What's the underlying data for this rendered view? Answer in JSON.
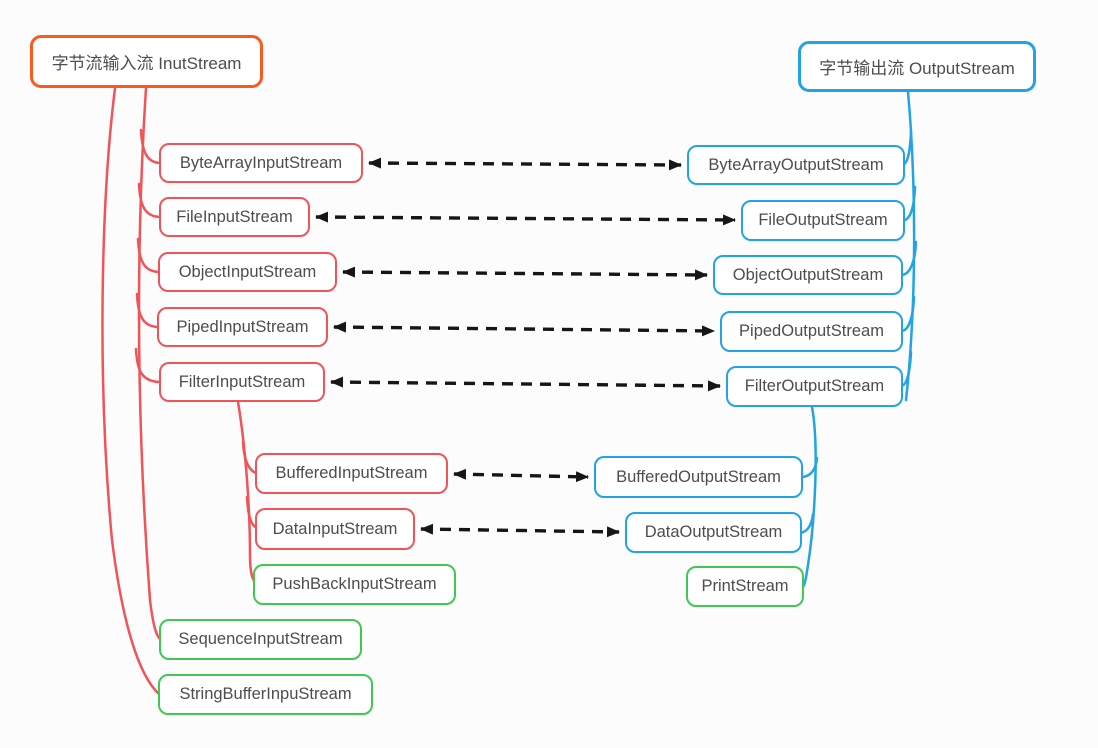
{
  "colors": {
    "orange": "#fa5a1e",
    "red": "#f05458",
    "blue": "#22a4e4",
    "green": "#3fc953",
    "arrow": "#161616",
    "text": "#4d4d4d",
    "node_bg": "#ffffff"
  },
  "roots": {
    "input": {
      "label": "字节流输入流 InutStream"
    },
    "output": {
      "label": "字节输出流 OutputStream"
    }
  },
  "nodes": {
    "byte_array_input": {
      "label": "ByteArrayInputStream"
    },
    "file_input": {
      "label": "FileInputStream"
    },
    "object_input": {
      "label": "ObjectInputStream"
    },
    "piped_input": {
      "label": "PipedInputStream"
    },
    "filter_input": {
      "label": "FilterInputStream"
    },
    "buffered_input": {
      "label": "BufferedInputStream"
    },
    "data_input": {
      "label": "DataInputStream"
    },
    "push_back_input": {
      "label": "PushBackInputStream"
    },
    "sequence_input": {
      "label": "SequenceInputStream"
    },
    "string_buffer_input": {
      "label": "StringBufferInpuStream"
    },
    "byte_array_output": {
      "label": "ByteArrayOutputStream"
    },
    "file_output": {
      "label": "FileOutputStream"
    },
    "object_output": {
      "label": "ObjectOutputStream"
    },
    "piped_output": {
      "label": "PipedOutputStream"
    },
    "filter_output": {
      "label": "FilterOutputStream"
    },
    "buffered_output": {
      "label": "BufferedOutputStream"
    },
    "data_output": {
      "label": "DataOutputStream"
    },
    "print_stream": {
      "label": "PrintStream"
    }
  },
  "relations": [
    {
      "left": "ByteArrayInputStream",
      "right": "ByteArrayOutputStream",
      "style": "dashed-double-arrow"
    },
    {
      "left": "FileInputStream",
      "right": "FileOutputStream",
      "style": "dashed-double-arrow"
    },
    {
      "left": "ObjectInputStream",
      "right": "ObjectOutputStream",
      "style": "dashed-double-arrow"
    },
    {
      "left": "PipedInputStream",
      "right": "PipedOutputStream",
      "style": "dashed-double-arrow"
    },
    {
      "left": "FilterInputStream",
      "right": "FilterOutputStream",
      "style": "dashed-double-arrow"
    },
    {
      "left": "BufferedInputStream",
      "right": "BufferedOutputStream",
      "style": "dashed-double-arrow"
    },
    {
      "left": "DataInputStream",
      "right": "DataOutputStream",
      "style": "dashed-double-arrow"
    }
  ]
}
